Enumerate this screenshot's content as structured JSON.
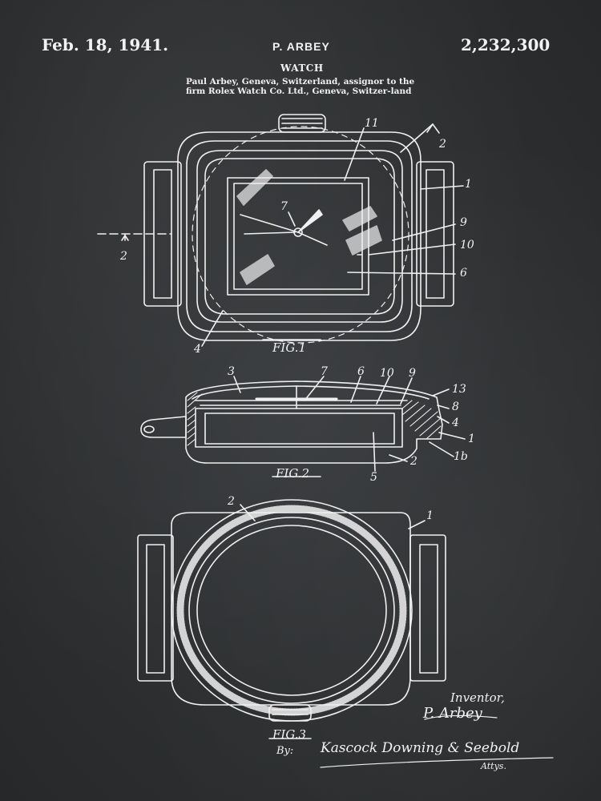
{
  "header": {
    "date": "Feb. 18, 1941.",
    "inventor": "P. ARBEY",
    "patent_number": "2,232,300",
    "title": "WATCH",
    "description": "Paul Arbey, Geneva, Switzerland, assignor to the firm Rolex Watch Co. Ltd., Geneva, Switzer-land"
  },
  "figures": {
    "fig1_label": "FIG.1",
    "fig2_label": "FIG.2",
    "fig3_label": "FIG.3"
  },
  "references": {
    "fig1": [
      "11",
      "2",
      "1",
      "7",
      "9",
      "10",
      "6",
      "2",
      "4"
    ],
    "fig2": [
      "3",
      "7",
      "6",
      "10",
      "9",
      "13",
      "8",
      "4",
      "1",
      "1b",
      "2",
      "5"
    ],
    "fig3": [
      "2",
      "1"
    ]
  },
  "signature": {
    "inventor_label": "Inventor,",
    "inventor_signature": "P. Arbey",
    "by_label": "By:",
    "attorney_signature": "Kascock Downing & Seebold",
    "attorney_suffix": "Attys."
  },
  "colors": {
    "background": "#2b2d2f",
    "ink": "#f2f2f2"
  }
}
